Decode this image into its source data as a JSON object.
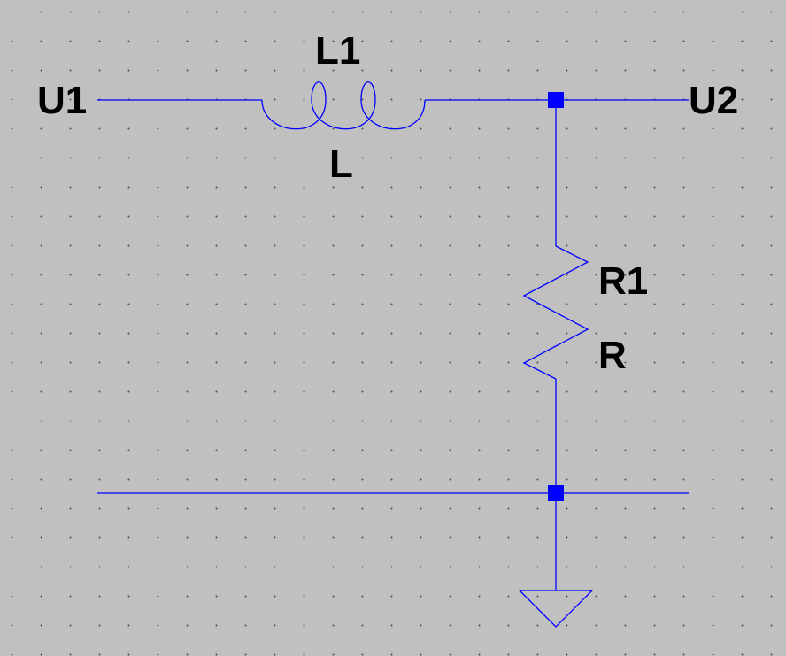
{
  "net_labels": {
    "input": "U1",
    "output": "U2"
  },
  "components": {
    "inductor": {
      "ref": "L1",
      "value": "L"
    },
    "resistor": {
      "ref": "R1",
      "value": "R"
    }
  },
  "colors": {
    "background": "#c0c0c0",
    "grid_dots": "#555555",
    "wire": "#0000ff",
    "text": "#000000"
  },
  "icons": {
    "ground": "ground-icon",
    "junction": "junction-dot"
  }
}
